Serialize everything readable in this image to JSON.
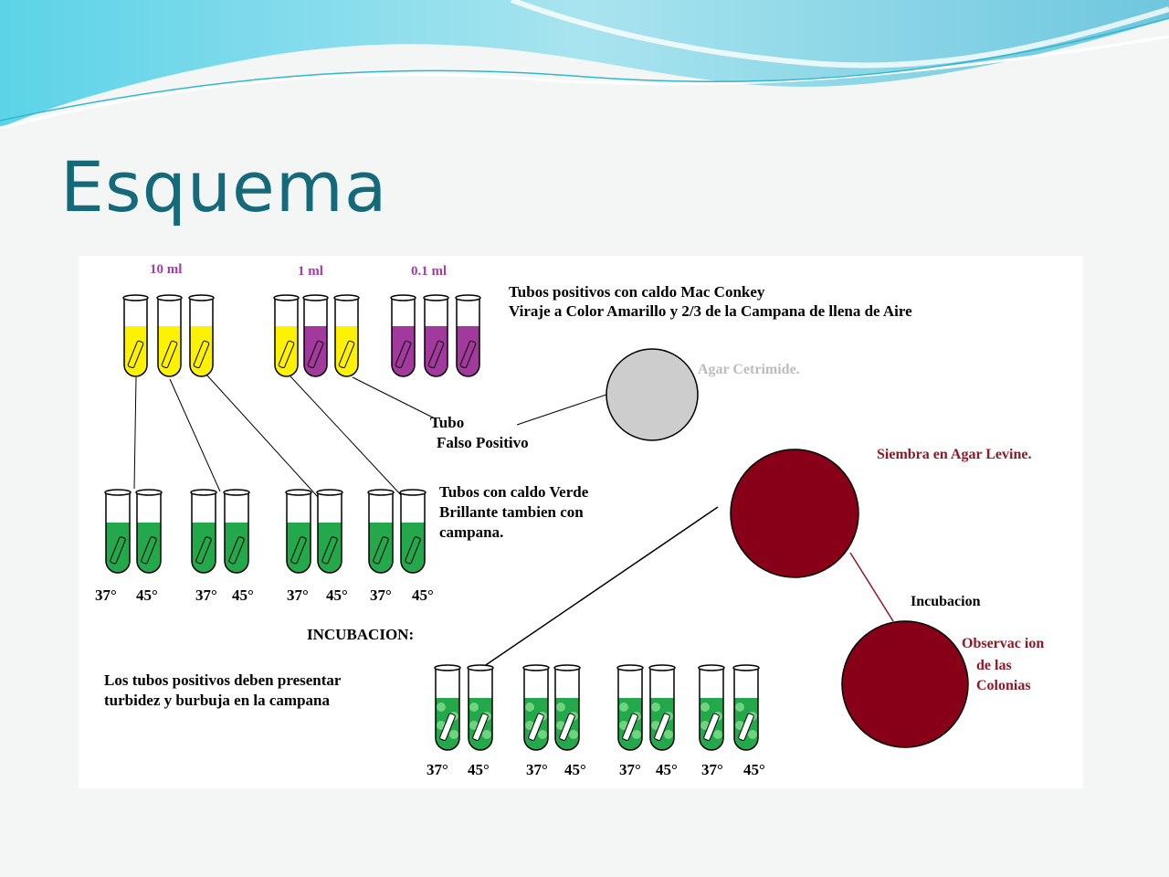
{
  "slide": {
    "title": "Esquema"
  },
  "colors": {
    "title": "#14697a",
    "yellow": "#fff200",
    "purple": "#a2399c",
    "green": "#23a84b",
    "petri_gray": "#cdcdcd",
    "petri_red": "#870018",
    "label_purple": "#a040a0",
    "label_red": "#8b1a28",
    "label_gray": "#bcbcbc"
  },
  "dilutions": {
    "d10": "10 ml",
    "d1": "1 ml",
    "d01": "0.1 ml"
  },
  "mac_conkey": {
    "line1": "Tubos positivos con caldo Mac Conkey",
    "line2": "Viraje a Color Amarillo y 2/3 de la Campana de llena de Aire",
    "tubes": [
      {
        "group": "10 ml",
        "color": "yellow"
      },
      {
        "group": "10 ml",
        "color": "yellow"
      },
      {
        "group": "10 ml",
        "color": "yellow"
      },
      {
        "group": "1 ml",
        "color": "yellow"
      },
      {
        "group": "1 ml",
        "color": "purple"
      },
      {
        "group": "1 ml",
        "color": "yellow"
      },
      {
        "group": "0.1 ml",
        "color": "purple"
      },
      {
        "group": "0.1 ml",
        "color": "purple"
      },
      {
        "group": "0.1 ml",
        "color": "purple"
      }
    ]
  },
  "false_positive": {
    "line1": "Tubo",
    "line2": "Falso Positivo"
  },
  "cetrimide": {
    "label": "Agar Cetrimide."
  },
  "green_broth": {
    "line1": "Tubos con caldo Verde",
    "line2": "Brillante tambien con",
    "line3": "campana.",
    "temps": [
      "37°",
      "45°",
      "37°",
      "45°",
      "37°",
      "45°",
      "37°",
      "45°"
    ]
  },
  "incubation": {
    "label": "INCUBACION:"
  },
  "positive_note": {
    "line1": "Los tubos positivos deben presentar",
    "line2": "turbidez y burbuja en la campana"
  },
  "turbid": {
    "temps": [
      "37°",
      "45°",
      "37°",
      "45°",
      "37°",
      "45°",
      "37°",
      "45°"
    ]
  },
  "levine": {
    "label": "Siembra en Agar Levine."
  },
  "incubacion2": {
    "label": "Incubacion"
  },
  "colonies": {
    "line1": "Observac ion",
    "line2": "de las",
    "line3": "Colonias"
  }
}
